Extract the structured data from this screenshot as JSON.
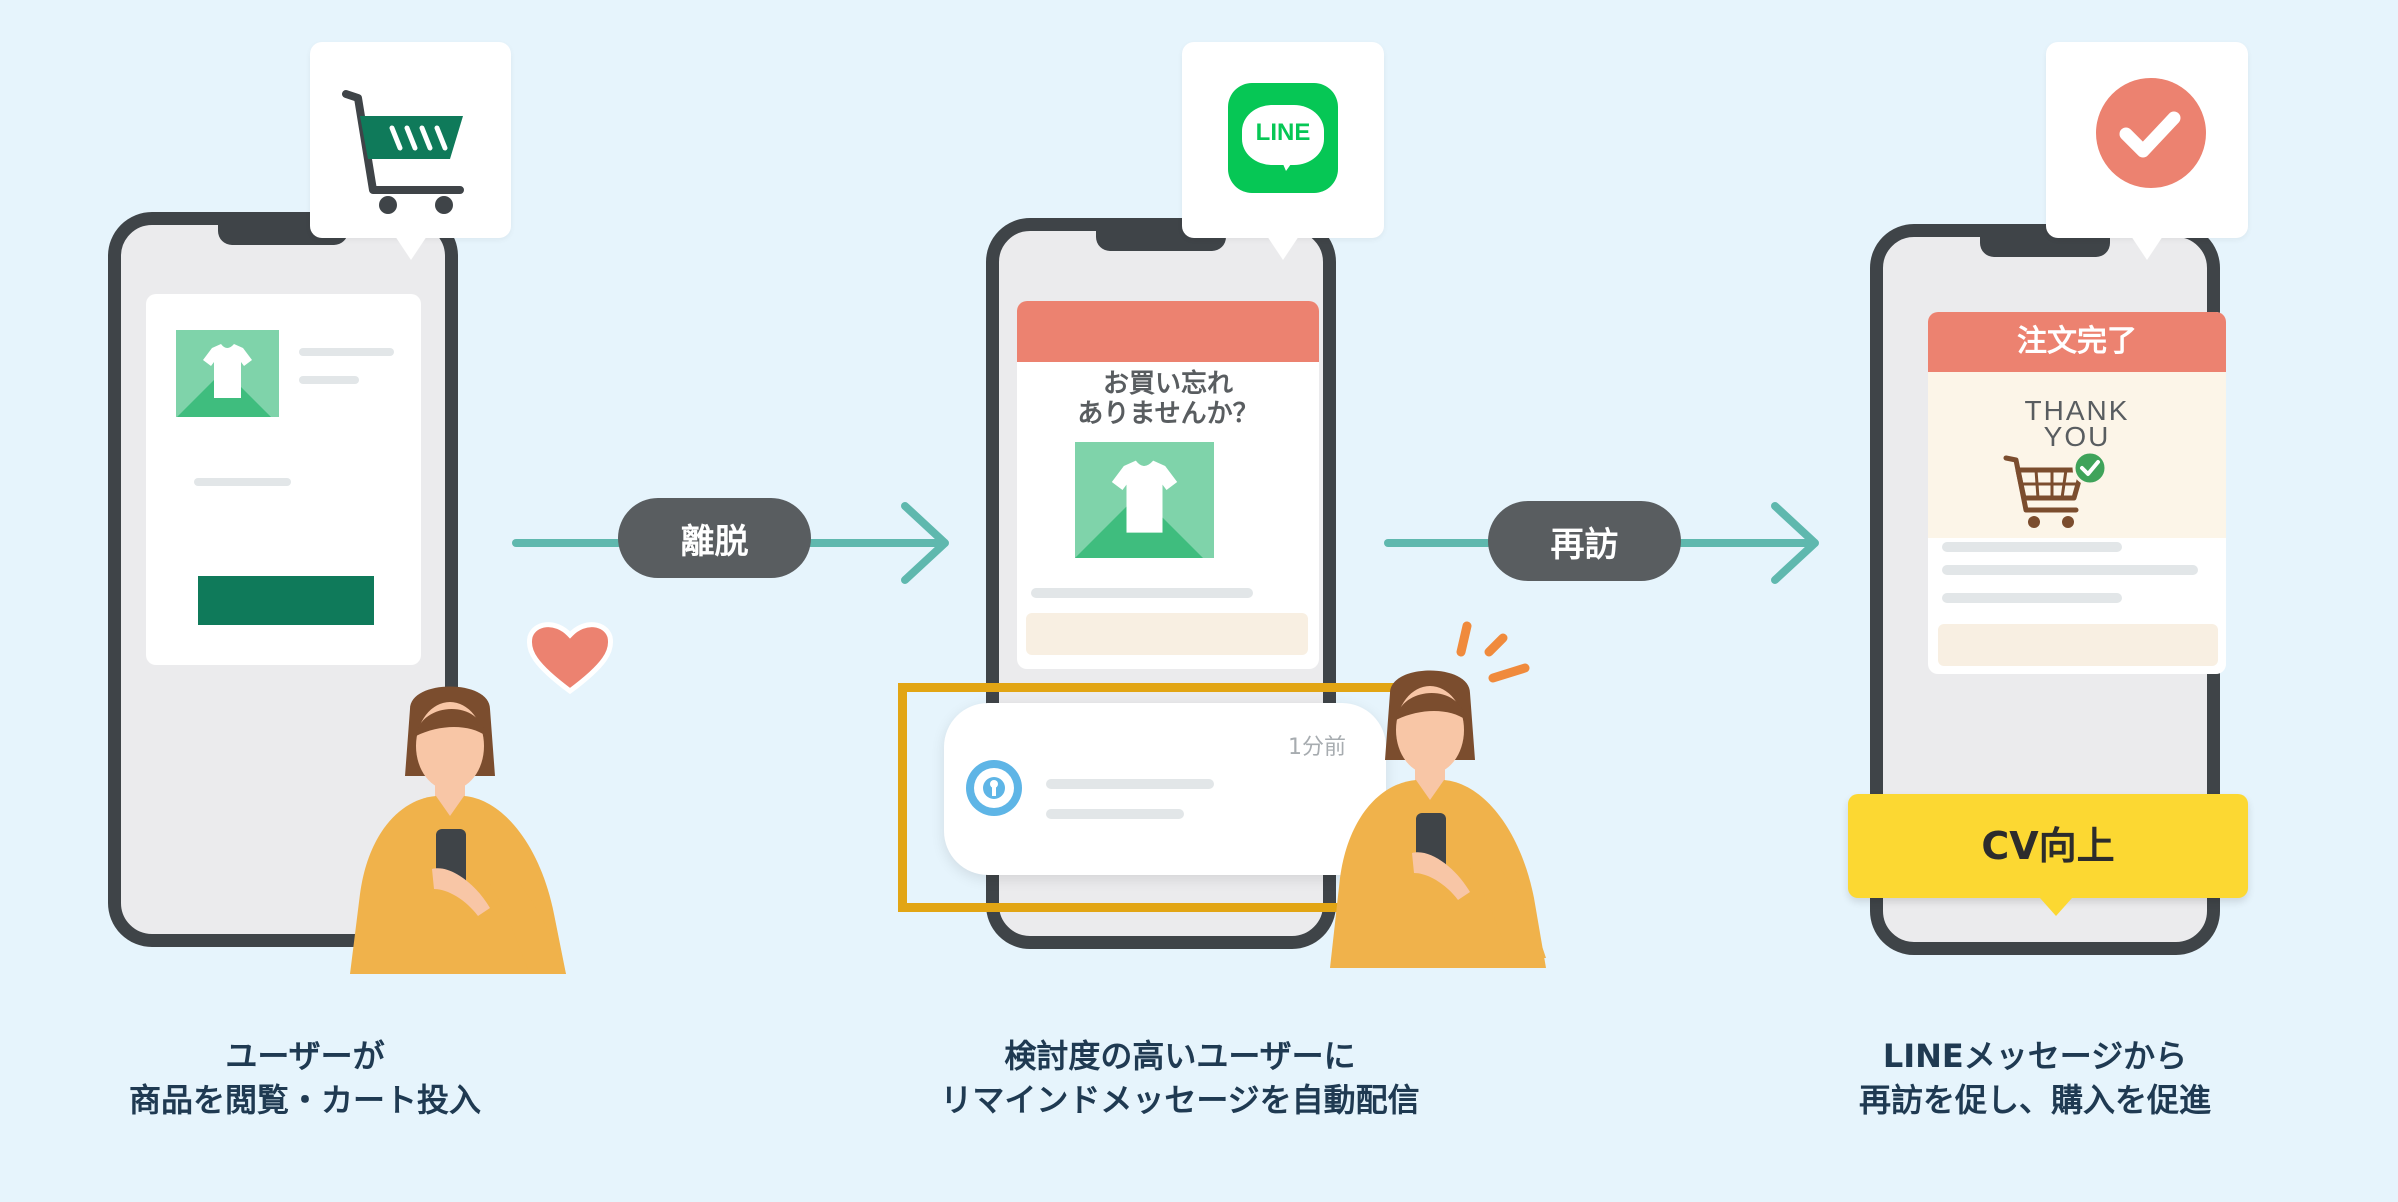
{
  "colors": {
    "background": "#e6f4fc",
    "arrow": "#5fb8ae",
    "pill": "#595d60",
    "cart_green": "#0f7a5a",
    "line_green": "#06c755",
    "coral": "#ec8270",
    "highlight_border": "#e2a514",
    "cv_yellow": "#fcd832",
    "person_shirt": "#f0b24b"
  },
  "flow": {
    "arrow1_label": "離脱",
    "arrow2_label": "再訪"
  },
  "step1": {
    "icon": "shopping-cart-icon",
    "caption_line1": "ユーザーが",
    "caption_line2": "商品を閲覧・カート投入"
  },
  "step2": {
    "icon": "line-app-icon",
    "line_logo_text": "LINE",
    "message_line1": "お買い忘れ",
    "message_line2": "ありませんか？",
    "notification_time": "1分前",
    "caption_line1": "検討度の高いユーザーに",
    "caption_line2": "リマインドメッセージを自動配信"
  },
  "step3": {
    "icon": "check-circle-icon",
    "header": "注文完了",
    "thank_line1": "THANK",
    "thank_line2": "YOU",
    "cv_label": "CV向上",
    "caption_line1": "LINEメッセージから",
    "caption_line2": "再訪を促し、購入を促進"
  }
}
